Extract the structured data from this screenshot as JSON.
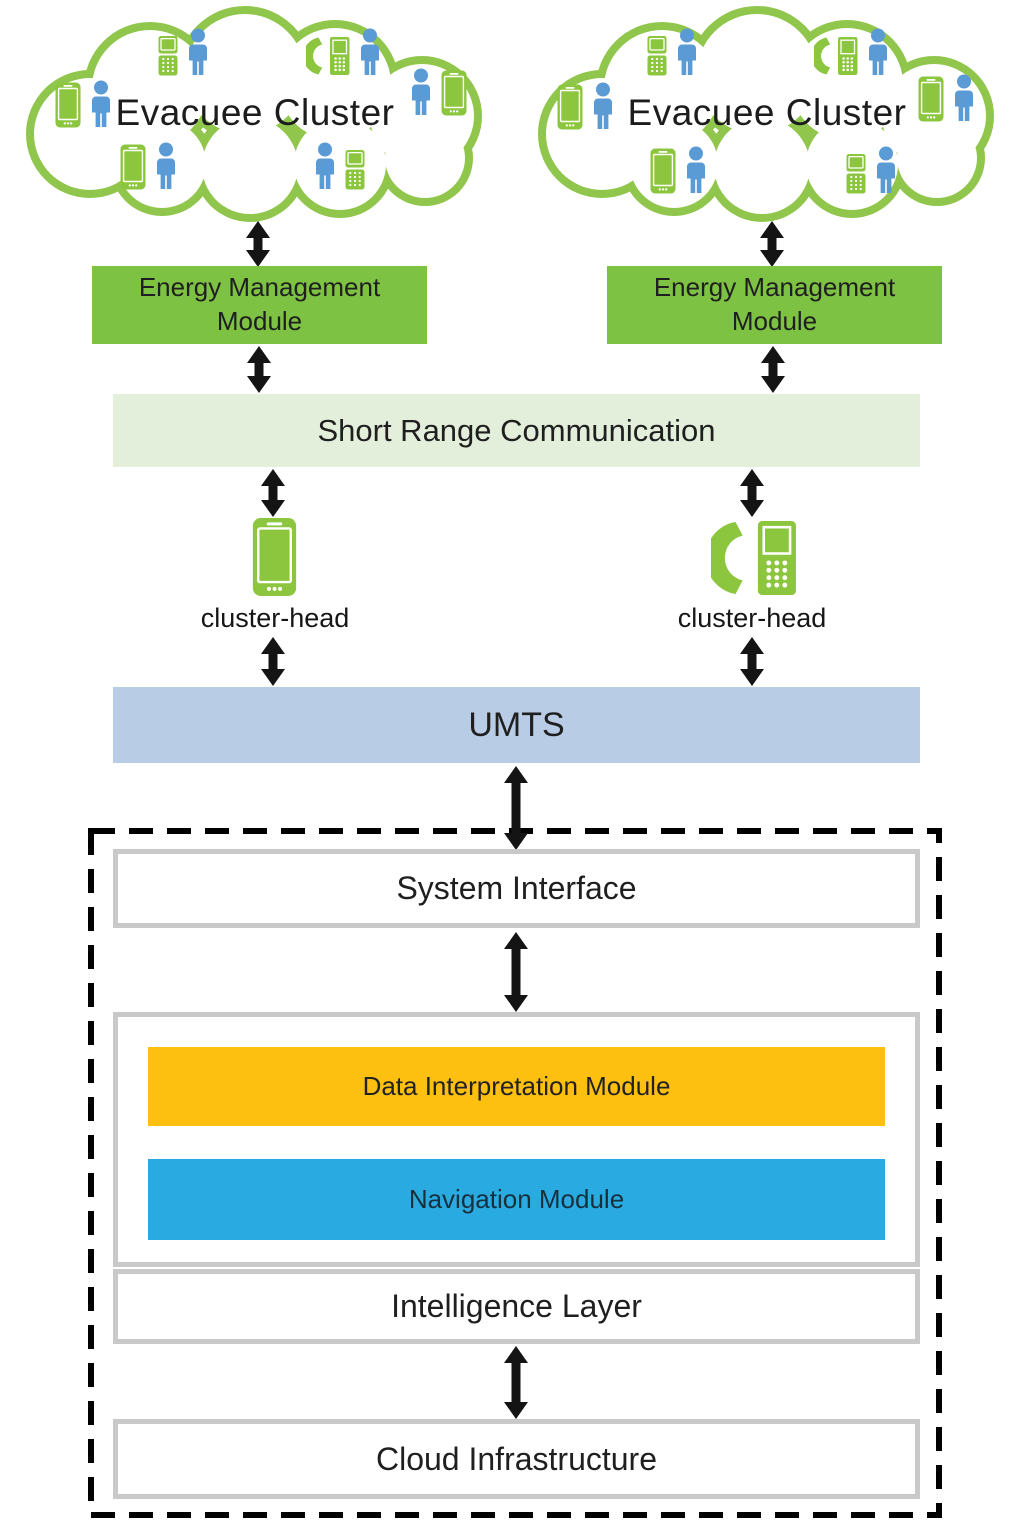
{
  "clouds": [
    {
      "label": "Evacuee Cluster"
    },
    {
      "label": "Evacuee Cluster"
    }
  ],
  "energy_modules": [
    {
      "label": "Energy Management Module"
    },
    {
      "label": "Energy Management Module"
    }
  ],
  "short_range_communication": {
    "label": "Short Range Communication"
  },
  "cluster_heads": [
    {
      "label": "cluster-head",
      "device": "smartphone"
    },
    {
      "label": "cluster-head",
      "device": "handset-phone"
    }
  ],
  "umts": {
    "label": "UMTS"
  },
  "server_system": {
    "system_interface": {
      "label": "System Interface"
    },
    "intelligence": {
      "data_interpretation_module": {
        "label": "Data Interpretation Module",
        "color": "#FDC010"
      },
      "navigation_module": {
        "label": "Navigation Module",
        "color": "#29ABE2"
      },
      "layer_label": "Intelligence Layer"
    },
    "cloud_infrastructure": {
      "label": "Cloud Infrastructure"
    }
  },
  "colors": {
    "cloud_outline_green": "#8FC64B",
    "device_green": "#8CC63F",
    "person_blue": "#5B9BD5",
    "energy_module_green": "#7DC242",
    "short_range_bg": "#E3EFDB",
    "umts_bg": "#B8CCE6",
    "data_interpretation_orange": "#FDC010",
    "navigation_blue": "#29ABE2",
    "box_border_gray": "#C9C9C9",
    "dashed_border_black": "#000000",
    "arrow_black": "#141414"
  }
}
